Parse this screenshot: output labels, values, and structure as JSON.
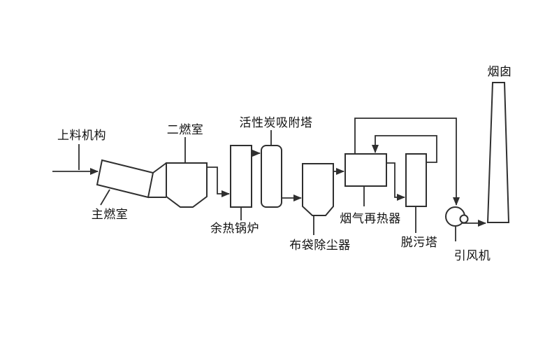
{
  "diagram": {
    "labels": {
      "feeder": "上料机构",
      "primary_chamber": "主燃室",
      "secondary_chamber": "二燃室",
      "waste_heat_boiler": "余热锅炉",
      "carbon_tower": "活性炭吸附塔",
      "bag_filter": "布袋除尘器",
      "reheater": "烟气再热器",
      "scrubber": "脱污塔",
      "fan": "引风机",
      "chimney": "烟囱"
    },
    "colors": {
      "line": "#2f2f2f",
      "text": "#111111",
      "background": "#ffffff"
    }
  }
}
